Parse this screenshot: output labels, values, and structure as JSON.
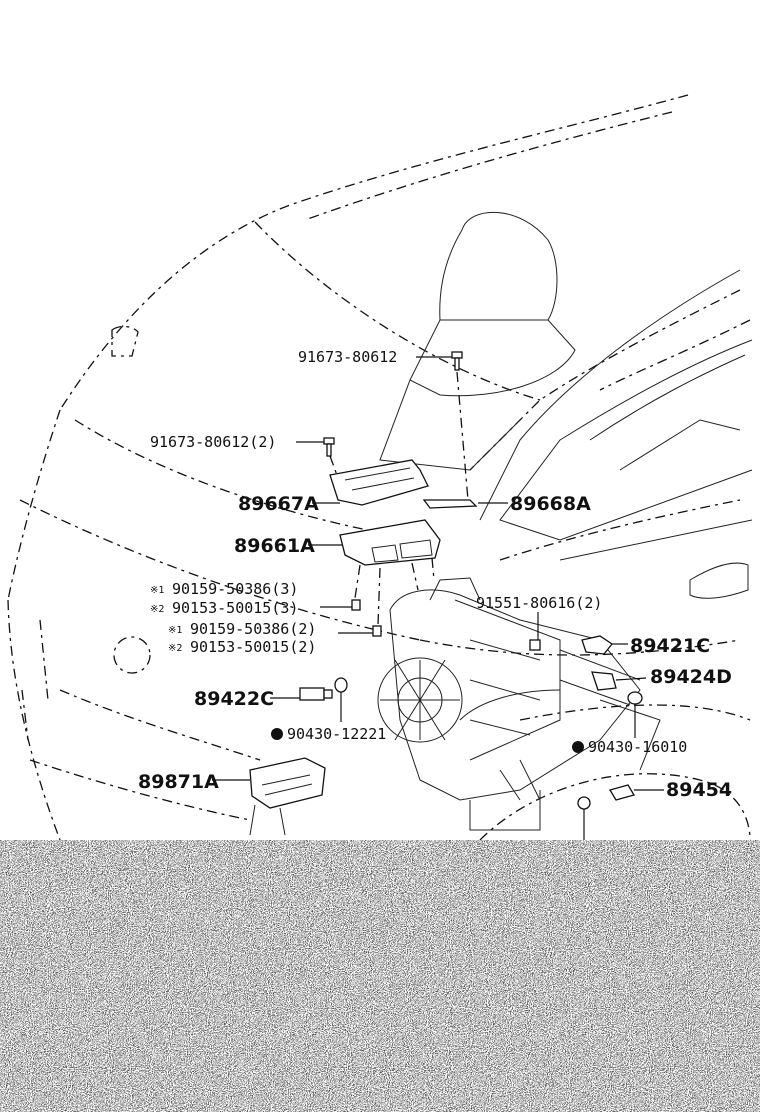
{
  "labels": {
    "bolt_top": "91673-80612",
    "bolt_left": "91673-80612(2)",
    "bracket_a": "89667A",
    "bracket_b": "89668A",
    "ecu": "89661A",
    "screw_a1_mark": "※1",
    "screw_a1": "90159-50386(3)",
    "screw_a2_mark": "※2",
    "screw_a2": "90153-50015(3)",
    "screw_b1_mark": "※1",
    "screw_b1": "90159-50386(2)",
    "screw_b2_mark": "※2",
    "screw_b2": "90153-50015(2)",
    "screw_c": "91551-80616(2)",
    "sensor_c": "89421C",
    "sensor_d": "89424D",
    "sensor_left": "89422C",
    "gasket_left": "90430-12221",
    "gasket_right": "90430-16010",
    "module": "89871A",
    "sensor_bottom": "89454"
  }
}
